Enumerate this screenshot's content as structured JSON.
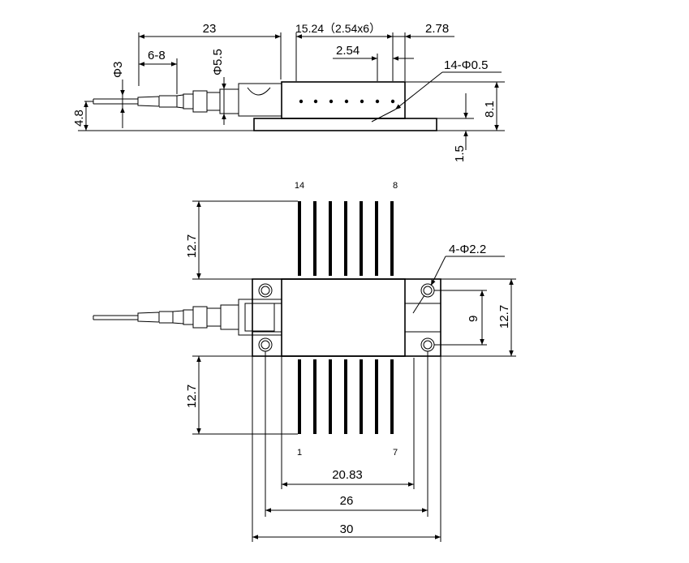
{
  "side_view": {
    "dims": {
      "length_23": "23",
      "pin_span": "15.24（2.54x6）",
      "end_offset": "2.78",
      "pitch": "2.54",
      "pin_holes": "14-Φ0.5",
      "fiber_dia": "Φ3",
      "sleeve_len": "6-8",
      "ferrule_dia": "Φ5.5",
      "height_4_8": "4.8",
      "height_8_1": "8.1",
      "flange_1_5": "1.5"
    }
  },
  "top_view": {
    "pin_labels": {
      "top_left": "14",
      "top_right": "8",
      "bottom_left": "1",
      "bottom_right": "7"
    },
    "dims": {
      "pin_len_top": "12.7",
      "pin_len_bottom": "12.7",
      "mount_holes": "4-Φ2.2",
      "hole_spacing": "9",
      "body_height": "12.7",
      "pin_row_width": "20.83",
      "hole_span": "26",
      "overall_width": "30"
    }
  }
}
